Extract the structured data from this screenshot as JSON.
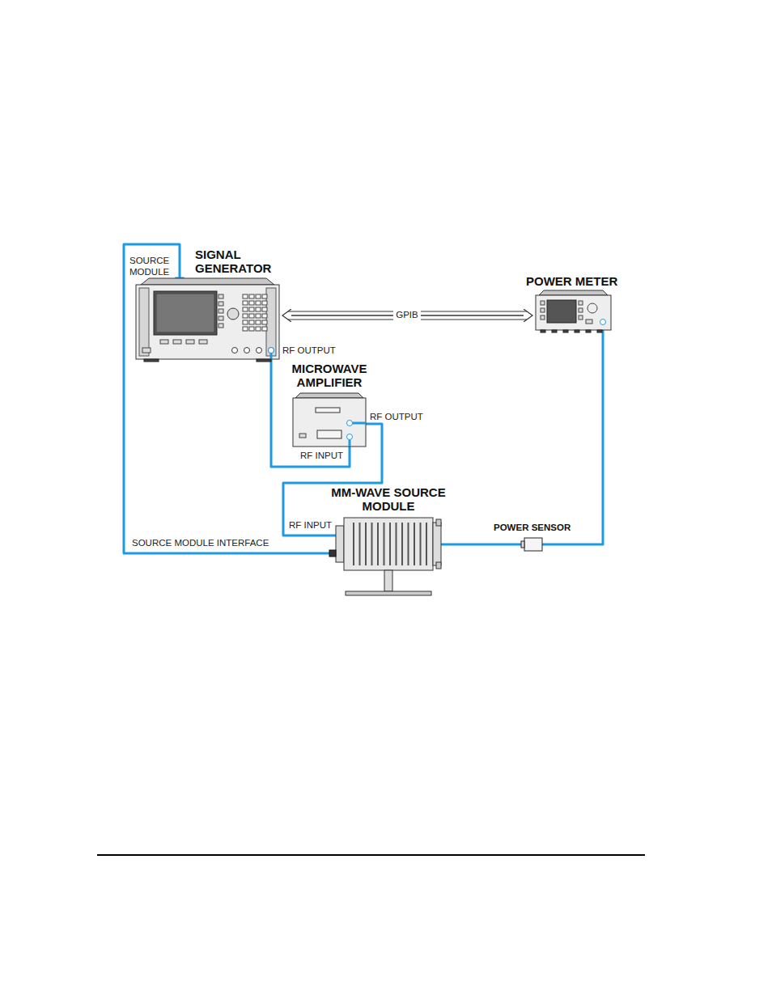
{
  "diagram": {
    "nodes": [
      {
        "text": [
          "SIGNAL GENERATOR"
        ]
      },
      {
        "text": [
          "POWER METER"
        ]
      },
      {
        "text": [
          "MICROWAVE AMPLIFIER"
        ]
      },
      {
        "text": [
          "MM-WAVE SOURCE MODULE"
        ]
      },
      {
        "text": [
          "POWER SENSOR"
        ]
      }
    ],
    "edges": [
      {
        "from": 0,
        "to": 2,
        "arrow": "none"
      },
      {
        "from": 2,
        "to": 3,
        "arrow": "none"
      },
      {
        "from": 0,
        "to": 1,
        "label": "GPIB",
        "arrow": "both"
      },
      {
        "from": 3,
        "to": 4,
        "arrow": "none"
      },
      {
        "from": 4,
        "to": 1,
        "arrow": "none"
      },
      {
        "from": 3,
        "to": 0,
        "label": "SOURCE MODULE INTERFACE",
        "arrow": "to"
      }
    ],
    "labels": [
      "SOURCE MODULE",
      "RF OUTPUT",
      "RF OUTPUT",
      "RF INPUT",
      "RF INPUT"
    ]
  }
}
